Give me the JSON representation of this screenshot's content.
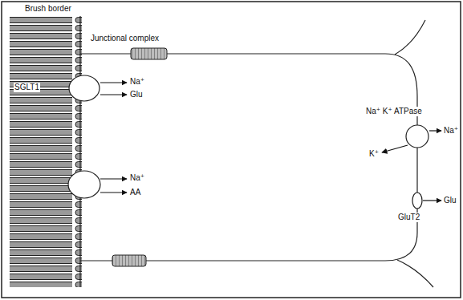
{
  "diagram": {
    "nodes": [
      {
        "text": [
          "SGLT1"
        ]
      },
      {
        "text": [
          "Na⁺ K⁺ ATPase"
        ]
      },
      {
        "text": [
          "GluT2"
        ]
      }
    ],
    "labels": [
      "Brush border",
      "Junctional complex",
      "Na⁺",
      "Glu",
      "Na⁺",
      "AA",
      "Na⁺",
      "K⁺",
      "Glu"
    ]
  }
}
